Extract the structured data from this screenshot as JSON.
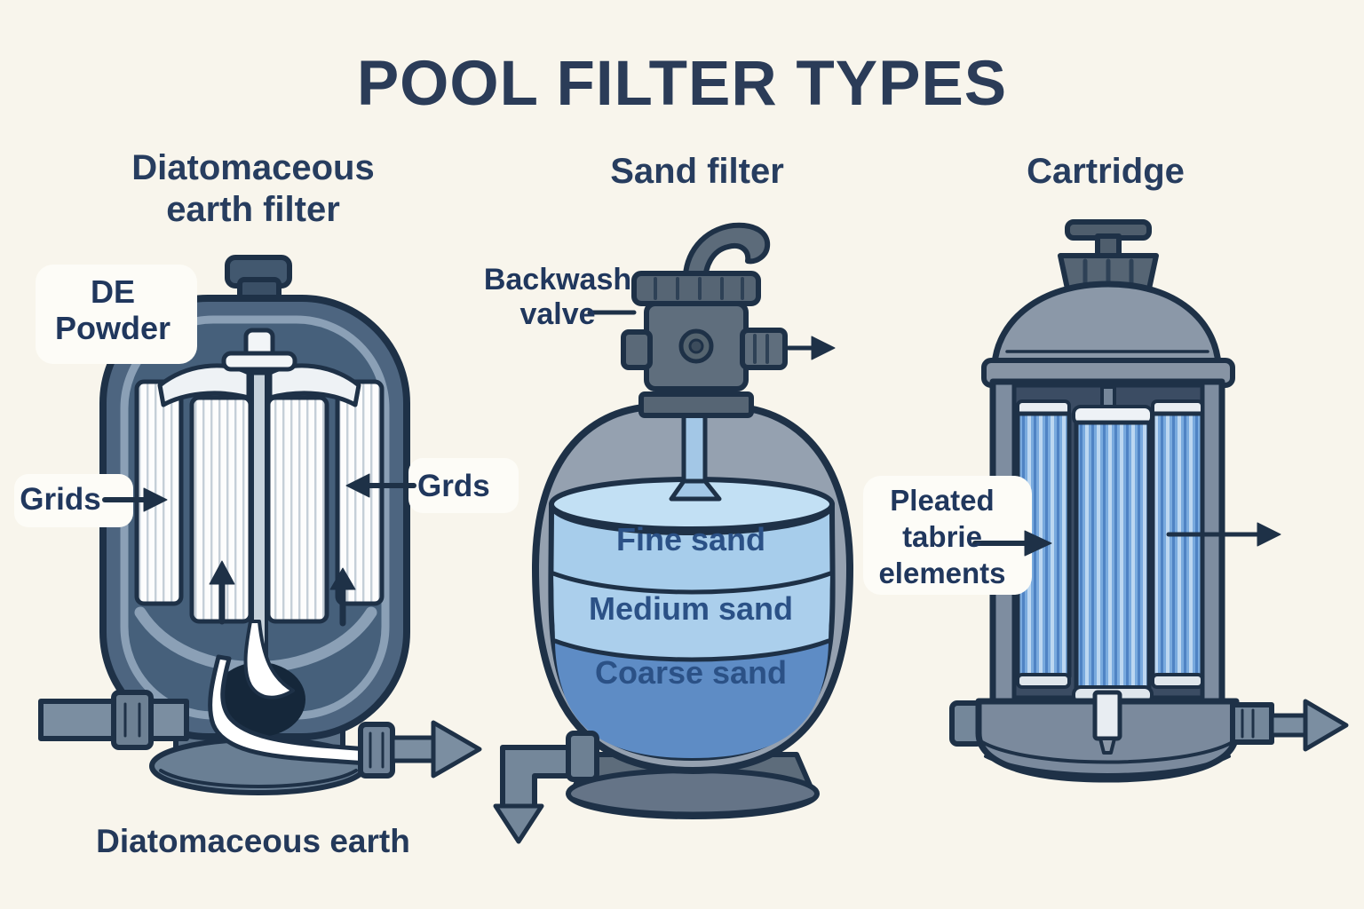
{
  "title": "POOL FILTER TYPES",
  "colors": {
    "background": "#f8f5ec",
    "outline": "#1e3147",
    "title_text": "#2b3c58",
    "heading_text": "#273d5f",
    "label_text": "#20375d",
    "layer_text": "#2b5186",
    "de_tank": "#4d6580",
    "de_cavity": "#46607b",
    "rim_highlight": "#8ba0b6",
    "steel_light": "#7b8ea1",
    "steel_mid": "#6d8093",
    "steel_dark": "#5e7389",
    "valve_gray": "#5f6e7d",
    "valve_dark": "#566574",
    "sand_tank": "#95a1b0",
    "water_surface": "#c2e0f4",
    "fine_sand": "#a7cdeb",
    "medium_sand": "#abcfec",
    "coarse_sand": "#5e8cc5",
    "pipe_blue": "#a3c7e6",
    "cart_shell": "#7e8da0",
    "cart_cavity": "#3b4c63",
    "cart_dome": "#8b98a8",
    "stripe_base": "#79aade",
    "stripe_light": "#bcd7f1",
    "stripe_dark": "#4f83c4",
    "callout_white": "#fdfcf7",
    "flow_white": "#ffffff"
  },
  "icons": {
    "flow_arrows": "flow-direction-arrow",
    "pointer_arrows": "label-pointer-arrow"
  },
  "de_filter": {
    "heading": {
      "line1": "Diatomaceous",
      "line2": "earth filter"
    },
    "de_powder": {
      "line1": "DE",
      "line2": "Powder"
    },
    "grids_left_label": "Grids",
    "grids_right_label": "Grds",
    "caption": "Diatomaceous earth"
  },
  "sand_filter": {
    "heading": "Sand filter",
    "backwash": {
      "line1": "Backwash",
      "line2": "valve"
    },
    "layers": [
      "Fine sand",
      "Medium sand",
      "Coarse sand"
    ]
  },
  "cartridge_filter": {
    "heading": "Cartridge",
    "pleated": {
      "line1": "Pleated",
      "line2": "tabrie",
      "line3": "elements"
    }
  }
}
